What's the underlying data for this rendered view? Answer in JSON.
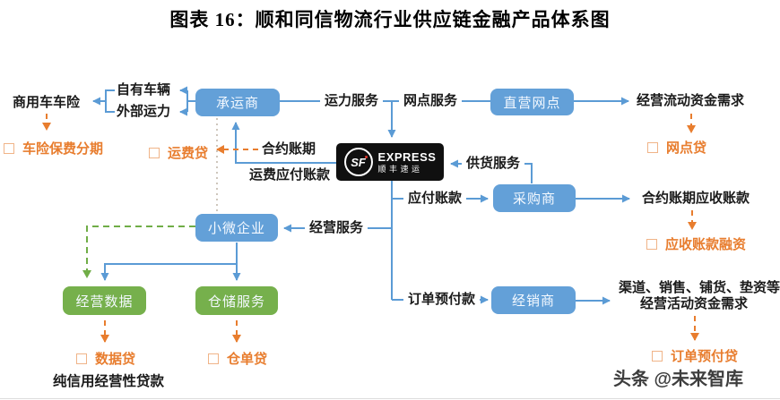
{
  "title": "图表 16：顺和同信物流行业供应链金融产品体系图",
  "watermark": "头条 @未来智库",
  "logo": {
    "sf": "SF",
    "express": "EXPRESS",
    "cn": "顺丰速运"
  },
  "nodes": {
    "carrier": "承运商",
    "outlet": "直营网点",
    "purchaser": "采购商",
    "sme": "小微企业",
    "distributor": "经销商",
    "op_data": "经营数据",
    "warehouse": "仓储服务"
  },
  "flow_labels": {
    "commercial_vehicle_insurance": "商用车车险",
    "own_vehicles": "自有车辆",
    "external_capacity": "外部运力",
    "capacity_service": "运力服务",
    "outlet_service": "网点服务",
    "working_capital_need": "经营流动资金需求",
    "contract_period": "合约账期",
    "freight_payable": "运费应付账款",
    "supply_service": "供货服务",
    "accounts_payable": "应付账款",
    "contract_receivable": "合约账期应收账款",
    "operating_service": "经营服务",
    "order_prepayment": "订单预付款",
    "channel_need_line1": "渠道、销售、铺货、垫资等",
    "channel_need_line2": "经营活动资金需求",
    "pure_credit_note": "纯信用经营性贷款"
  },
  "products": {
    "insurance_installment": "车险保费分期",
    "freight_loan": "运费贷",
    "outlet_loan": "网点贷",
    "receivable_financing": "应收账款融资",
    "data_loan": "数据贷",
    "warehouse_receipt_loan": "仓单贷",
    "order_prepay_loan": "订单预付贷"
  },
  "colors": {
    "node_blue": "#63a0d8",
    "node_green": "#76b04c",
    "accent_orange": "#e87d2e",
    "arrow_blue": "#5b9bd5",
    "arrow_green": "#70ad47",
    "logo_black": "#101010"
  }
}
